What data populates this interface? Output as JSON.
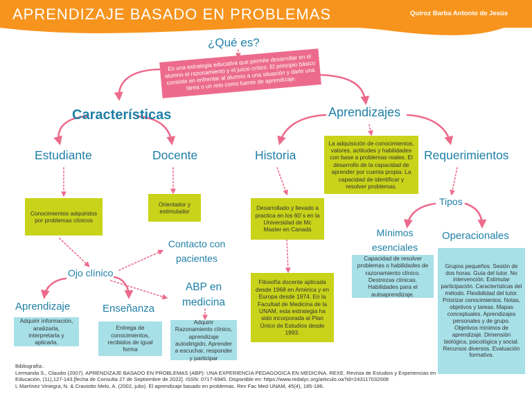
{
  "header": {
    "title": "APRENDIZAJE BASADO EN PROBLEMAS",
    "author": "Quiroz Barba Antonio de Jesús"
  },
  "colors": {
    "orange": "#f7941d",
    "pink": "#ec6b8c",
    "yellow": "#c9d31a",
    "blue": "#1e7fa6",
    "light_blue": "#a8e0e8"
  },
  "nodes": {
    "que_es": "¿Qué es?",
    "caracteristicas": "Características",
    "aprendizajes": "Aprendizajes",
    "estudiante": "Estudiante",
    "docente": "Docente",
    "historia": "Historia",
    "requerimientos": "Requerimientos",
    "tipos": "Tipos",
    "minimos": "Mínimos esenciales",
    "operacionales": "Operacionales",
    "ojo_clinico": "Ojo clínico",
    "contacto": "Contacto con pacientes",
    "abp_medicina": "ABP en medicina",
    "aprendizaje": "Aprendizaje",
    "ensenanza": "Enseñanza"
  },
  "boxes": {
    "definicion": "Es una estrategia educativa que permite desarrollar en el alumno el razonamiento y el juicio crítico. El principio básico consiste en enfrentar al alumno a una situación y darle una tarea o un reto como fuente de aprendizaje.",
    "aprendizajes": "La adquisición de conocimientos, valores, actitudes y habilidades con base a problemas reales. El desarrollo de la capacidad de aprender por cuenta propia. La capacidad de identificar y resolver problemas.",
    "estudiante": "Conocimientos adquiridos por problemas clínicos",
    "docente": "Orientador y estimulador",
    "historia": "Desarrollado y llevado a practica en los 60´s en la Universidad de Mc Master en Canadá",
    "filosofia": "Filosofía docente aplicada desde 1968 en América y en Europa desde 1974. En la Facultad de Medicina de la UNAM, esta estrategia ha sido incorporada al Plan Único de Estudios desde 1993.",
    "minimos": "Capacidad de resolver problemas o habilidades de razonamiento clínico. Destrezas clínicas. Habilidades para el autoaprendizaje.",
    "operacionales": "Grupos pequeños. Sesión de dos horas. Guía del tutor. No intervención. Estimular participación. Características del método. Flexibilidad del tutor. Priorizar conocimientos. Notas, objetivos y tareas. Mapas conceptuales. Aprendizajes personales y de grupo. Objetivos mínimos de aprendizaje. Dimensión biológica, psicológica y social. Recursos diversos. Evaluación formativa.",
    "aprendizaje": "Adquirir información, analizarla, interpretarla y aplicarla.",
    "ensenanza": "Entrega de conocimientos, recibidos de igual forma",
    "abp": "Adquirir Razonamiento clínico, aprendizaje autodirigido, Aprender a escuchar, responder y participar"
  },
  "bibliography": {
    "heading": "Bibliografía:.",
    "entry1": "Lermanda S., Claudio (2007). APRENDIZAJE BASADO EN PROBLEMAS (ABP): UNA EXPERIENCIA PEDAGOGICA EN MEDICINA. REXE. Revista de Estudios y Experiencias en Educación, (11),127-143.[fecha de Consulta 27 de Septiembre de 2022]. ISSN: 0717-6945. Disponible en: https://www.redalyc.org/articulo.oa?id=243117032008",
    "entry2": "L Martínez Viniegra, N. & Craviotto Melo, A. (2002, julio). El aprendizaje basado en problemas. Rev Fac Med UNAM, 45(4), 185-186."
  }
}
